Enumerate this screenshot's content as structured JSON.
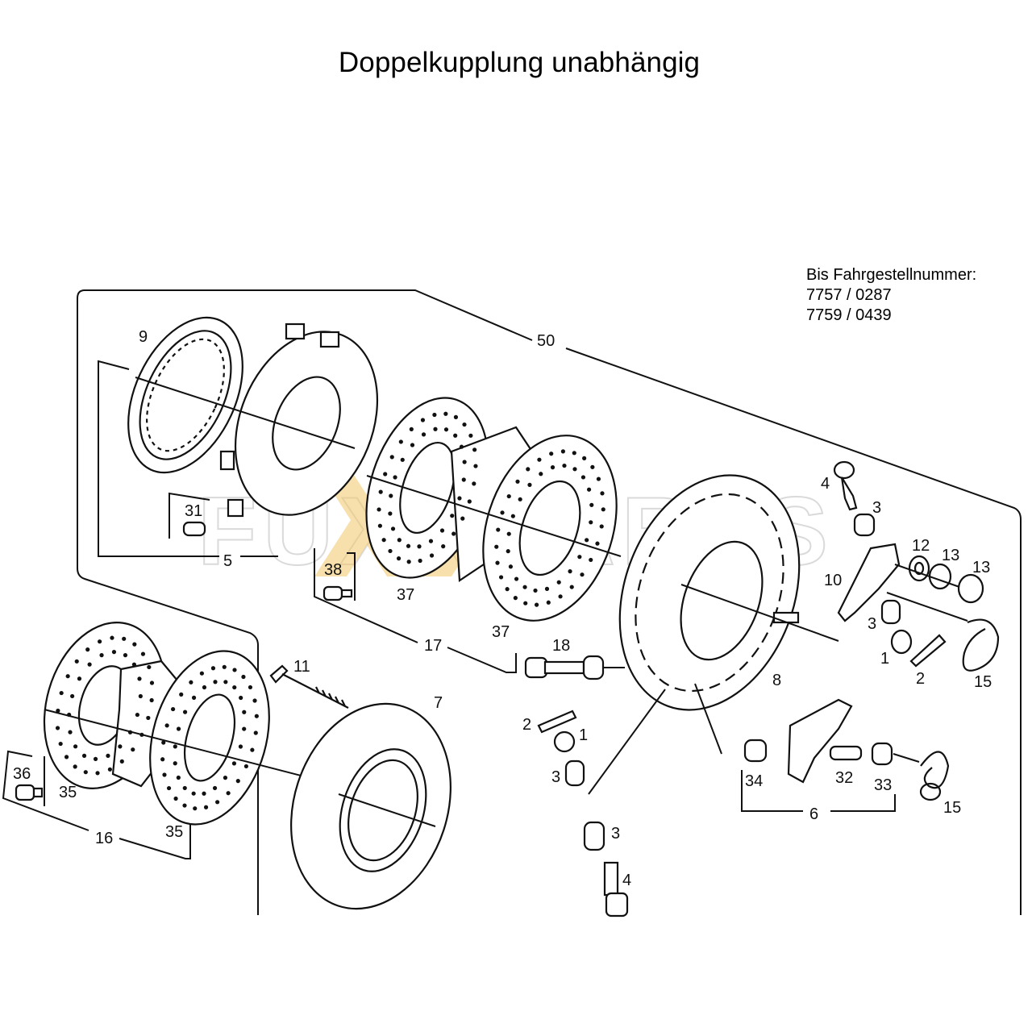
{
  "title": "Doppelkupplung unabhängig",
  "note": {
    "heading": "Bis Fahrgestellnummer:",
    "serials": [
      "7757 / 0287",
      "7759 / 0439"
    ]
  },
  "watermark": "FUXXPARTS",
  "callouts": {
    "c50": "50",
    "c9": "9",
    "c31": "31",
    "c5": "5",
    "c38": "38",
    "c37a": "37",
    "c37b": "37",
    "c17": "17",
    "c4a": "4",
    "c3a": "3",
    "c12": "12",
    "c13a": "13",
    "c13b": "13",
    "c10": "10",
    "c3b": "3",
    "c1a": "1",
    "c2a": "2",
    "c15a": "15",
    "c8": "8",
    "c18": "18",
    "c11": "11",
    "c7": "7",
    "c36": "36",
    "c35a": "35",
    "c35b": "35",
    "c16": "16",
    "c2b": "2",
    "c1b": "1",
    "c3c": "3",
    "c3d": "3",
    "c4b": "4",
    "c34": "34",
    "c32": "32",
    "c33": "33",
    "c15b": "15",
    "c6": "6"
  }
}
